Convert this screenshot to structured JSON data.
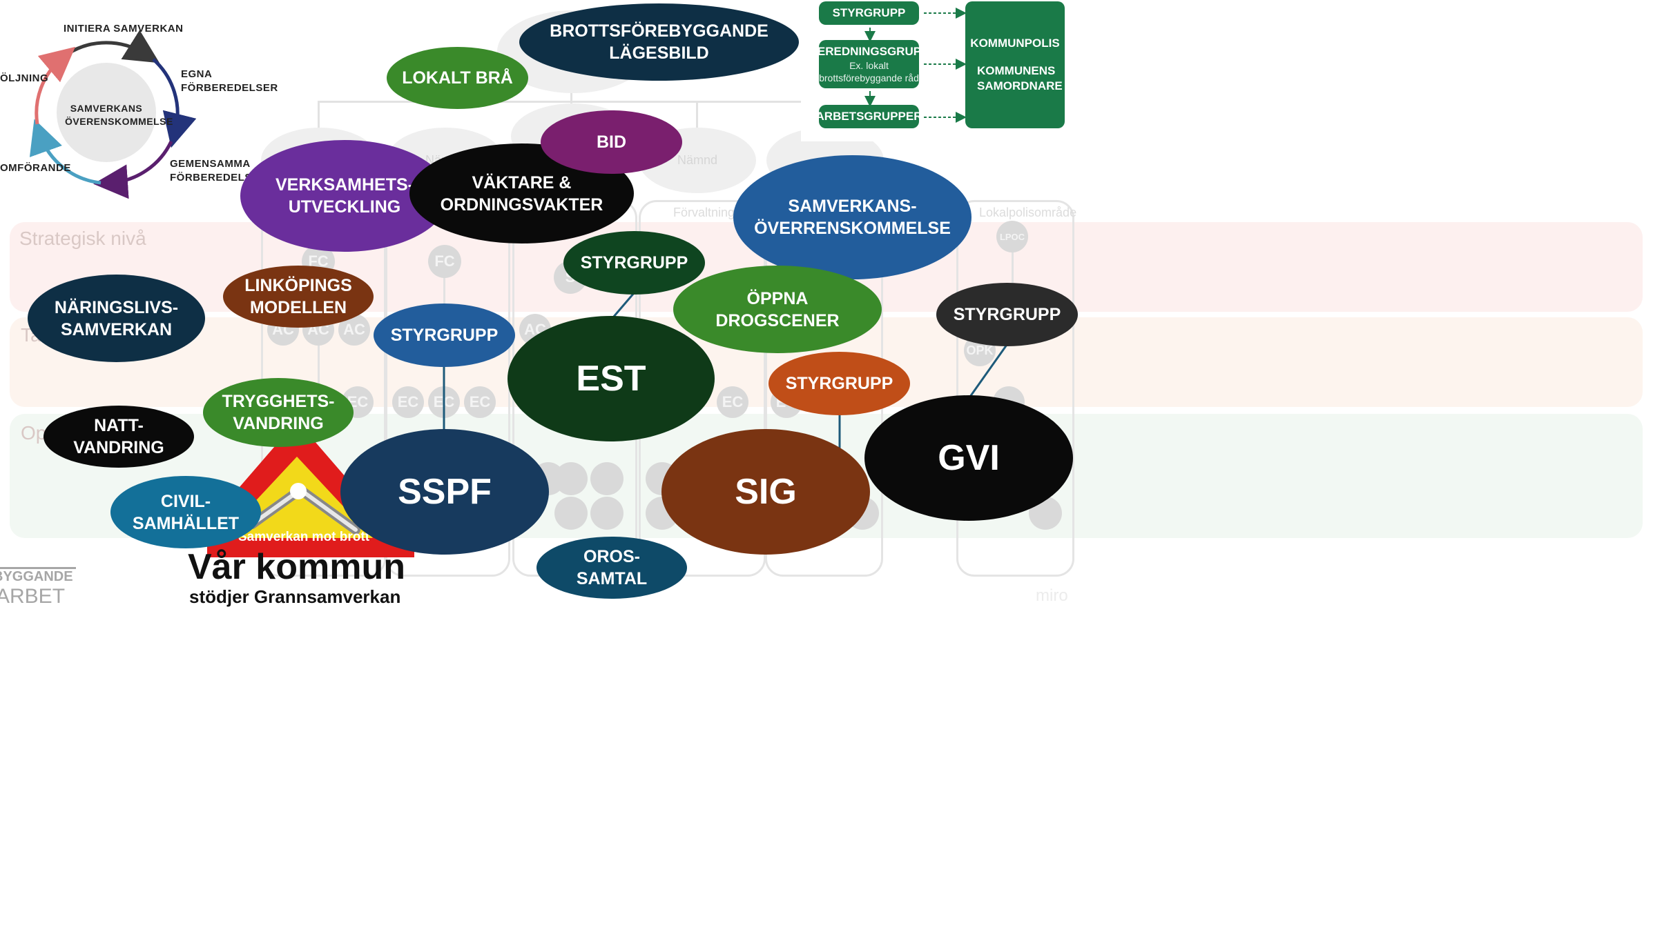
{
  "canvas": {
    "watermark": "miro"
  },
  "cycle": {
    "center": "SAMVERKANS ÖVERENSKOMMELSE",
    "steps": [
      "INITIERA SAMVERKAN",
      "EGNA FÖRBEREDELSER",
      "GEMENSAMMA FÖRBEREDELSER",
      "OMFÖRANDE",
      "ÖLJNING"
    ]
  },
  "background": {
    "levels": [
      "Strategisk nivå",
      "Ta",
      "Ope"
    ],
    "pills": [
      "Nämnd",
      "Nämnd"
    ],
    "headers": [
      "Förvaltning",
      "Lokalpolisområde"
    ],
    "nodes": [
      "FC",
      "FC",
      "S",
      "AC",
      "AC",
      "AC",
      "AC",
      "EC",
      "EC",
      "EC",
      "EC",
      "EC",
      "EC",
      "LPOC",
      "OPK"
    ]
  },
  "org_chart": {
    "styrgrupp": "STYRGRUPP",
    "beredningsgrupp": "BEREDNINGSGRUPP",
    "beredningsgrupp_sub": "Ex. lokalt brottsförebyggande råd",
    "arbetsgrupper": "ARBETSGRUPPER",
    "kommunpolis": "KOMMUNPOLIS",
    "samordnare": "KOMMUNENS SAMORDNARE"
  },
  "bubbles": {
    "brottsforebyggande": {
      "label": [
        "BROTTSFÖREBYGGANDE",
        "LÄGESBILD"
      ],
      "color": "#0e2f45"
    },
    "lokalt_bra": {
      "label": [
        "LOKALT BRÅ"
      ],
      "color": "#3a8a2a"
    },
    "bid": {
      "label": [
        "BID"
      ],
      "color": "#7a1f6e"
    },
    "verksamhet": {
      "label": [
        "VERKSAMHETS-",
        "UTVECKLING"
      ],
      "color": "#6a2e9c"
    },
    "vaktare": {
      "label": [
        "VÄKTARE &",
        "ORDNINGSVAKTER"
      ],
      "color": "#0a0a0a"
    },
    "samverkans": {
      "label": [
        "SAMVERKANS-",
        "ÖVERRENSKOMMELSE"
      ],
      "color": "#225d9c"
    },
    "styrgrupp_est": {
      "label": [
        "STYRGRUPP"
      ],
      "color": "#0f4520"
    },
    "oppna": {
      "label": [
        "ÖPPNA",
        "DROGSCENER"
      ],
      "color": "#3a8a2a"
    },
    "linkopings": {
      "label": [
        "LINKÖPINGS",
        "MODELLEN"
      ],
      "color": "#7a3412"
    },
    "naringslivs": {
      "label": [
        "NÄRINGSLIVS-",
        "SAMVERKAN"
      ],
      "color": "#0e2f45"
    },
    "styrgrupp_sspf": {
      "label": [
        "STYRGRUPP"
      ],
      "color": "#225d9c"
    },
    "est": {
      "label": [
        "EST"
      ],
      "color": "#0f3a18"
    },
    "styrgrupp_gvi": {
      "label": [
        "STYRGRUPP"
      ],
      "color": "#2b2b2b"
    },
    "styrgrupp_sig": {
      "label": [
        "STYRGRUPP"
      ],
      "color": "#c04e18"
    },
    "trygghets": {
      "label": [
        "TRYGGHETS-",
        "VANDRING"
      ],
      "color": "#3a8a2a"
    },
    "natt": {
      "label": [
        "NATT-",
        "VANDRING"
      ],
      "color": "#0a0a0a"
    },
    "sspf": {
      "label": [
        "SSPF"
      ],
      "color": "#173a5e"
    },
    "sig": {
      "label": [
        "SIG"
      ],
      "color": "#7a3412"
    },
    "gvi": {
      "label": [
        "GVI"
      ],
      "color": "#0a0a0a"
    },
    "civil": {
      "label": [
        "CIVIL-",
        "SAMHÄLLET"
      ],
      "color": "#137099"
    },
    "oros": {
      "label": [
        "OROS-",
        "SAMTAL"
      ],
      "color": "#0e4a68"
    }
  },
  "sign": {
    "caption": "Samverkan mot brott",
    "title": "Vår kommun",
    "subtitle": "stödjer Grannsamverkan"
  },
  "corner_logo": {
    "line1": "BYGGANDE",
    "line2": "ARBET"
  }
}
